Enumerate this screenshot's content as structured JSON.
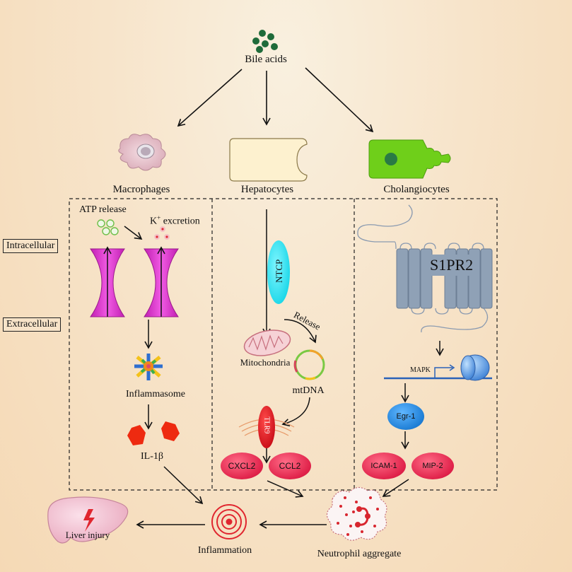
{
  "labels": {
    "bile_acids": "Bile acids",
    "macrophages": "Macrophages",
    "hepatocytes": "Hepatocytes",
    "cholangiocytes": "Cholangiocytes",
    "intracellular": "Intracellular",
    "extracellular": "Extracellular",
    "atp_release": "ATP release",
    "k_excretion_k": "K",
    "k_excretion_sup": "+",
    "k_excretion_text": " excretion",
    "inflammasome": "Inflammasome",
    "il1b": "IL-1β",
    "ntcp": "NTCP",
    "release": "Release",
    "mitochondria": "Mitochondria",
    "mtdna": "mtDNA",
    "tlr9": "TLR9",
    "cxcl2": "CXCL2",
    "ccl2": "CCL2",
    "s1pr2": "S1PR2",
    "mapk": "MAPK",
    "egr1": "Egr-1",
    "icam1": "ICAM-1",
    "mip2": "MIP-2",
    "neutrophil": "Neutrophil aggregate",
    "inflammation": "Inflammation",
    "liver_injury": "Liver injury"
  },
  "colors": {
    "background": "#f7e4ca",
    "channel": "#e83ad8",
    "bile_dots": "#1f6b3a",
    "cholangiocyte": "#6fcf1a",
    "ntcp": "#1ee0ee",
    "receptor": "#8fa1b6",
    "cytokine": "#e0224a",
    "egr1": "#1f7fd6",
    "inflammation": "#e0262f"
  },
  "icons": [
    "bile-acids-dots",
    "macrophage-cell",
    "hepatocyte-cell",
    "cholangiocyte-cell",
    "ion-channel",
    "inflammasome",
    "il1b-protein",
    "mitochondrion",
    "mtdna-ring",
    "s1pr2-receptor",
    "ribosome",
    "neutrophil",
    "inflammation-target",
    "liver"
  ]
}
